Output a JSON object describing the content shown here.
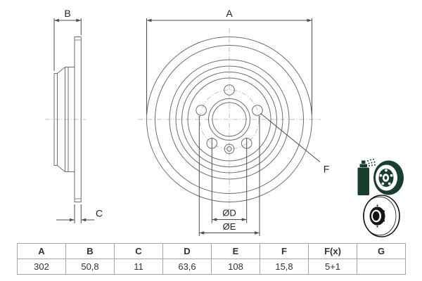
{
  "drawing": {
    "labels": {
      "A": "A",
      "B": "B",
      "C": "C",
      "F": "F",
      "dD": "ØD",
      "dE": "ØE"
    }
  },
  "table": {
    "headers": [
      "A",
      "B",
      "C",
      "D",
      "E",
      "F",
      "F(x)",
      "G"
    ],
    "values": [
      "302",
      "50,8",
      "11",
      "63,6",
      "108",
      "15,8",
      "5+1",
      ""
    ]
  },
  "icons": {
    "top": "spray-coated-disc-icon",
    "bottom": "brake-disc-icon"
  },
  "colors": {
    "line": "#6e6e6e",
    "dim": "#4f4f4f",
    "centerline": "#c2c2c2",
    "text": "#262626",
    "tableBorder": "#a6a6a6",
    "iconGreen": "#173f2e",
    "background": "#ffffff"
  }
}
